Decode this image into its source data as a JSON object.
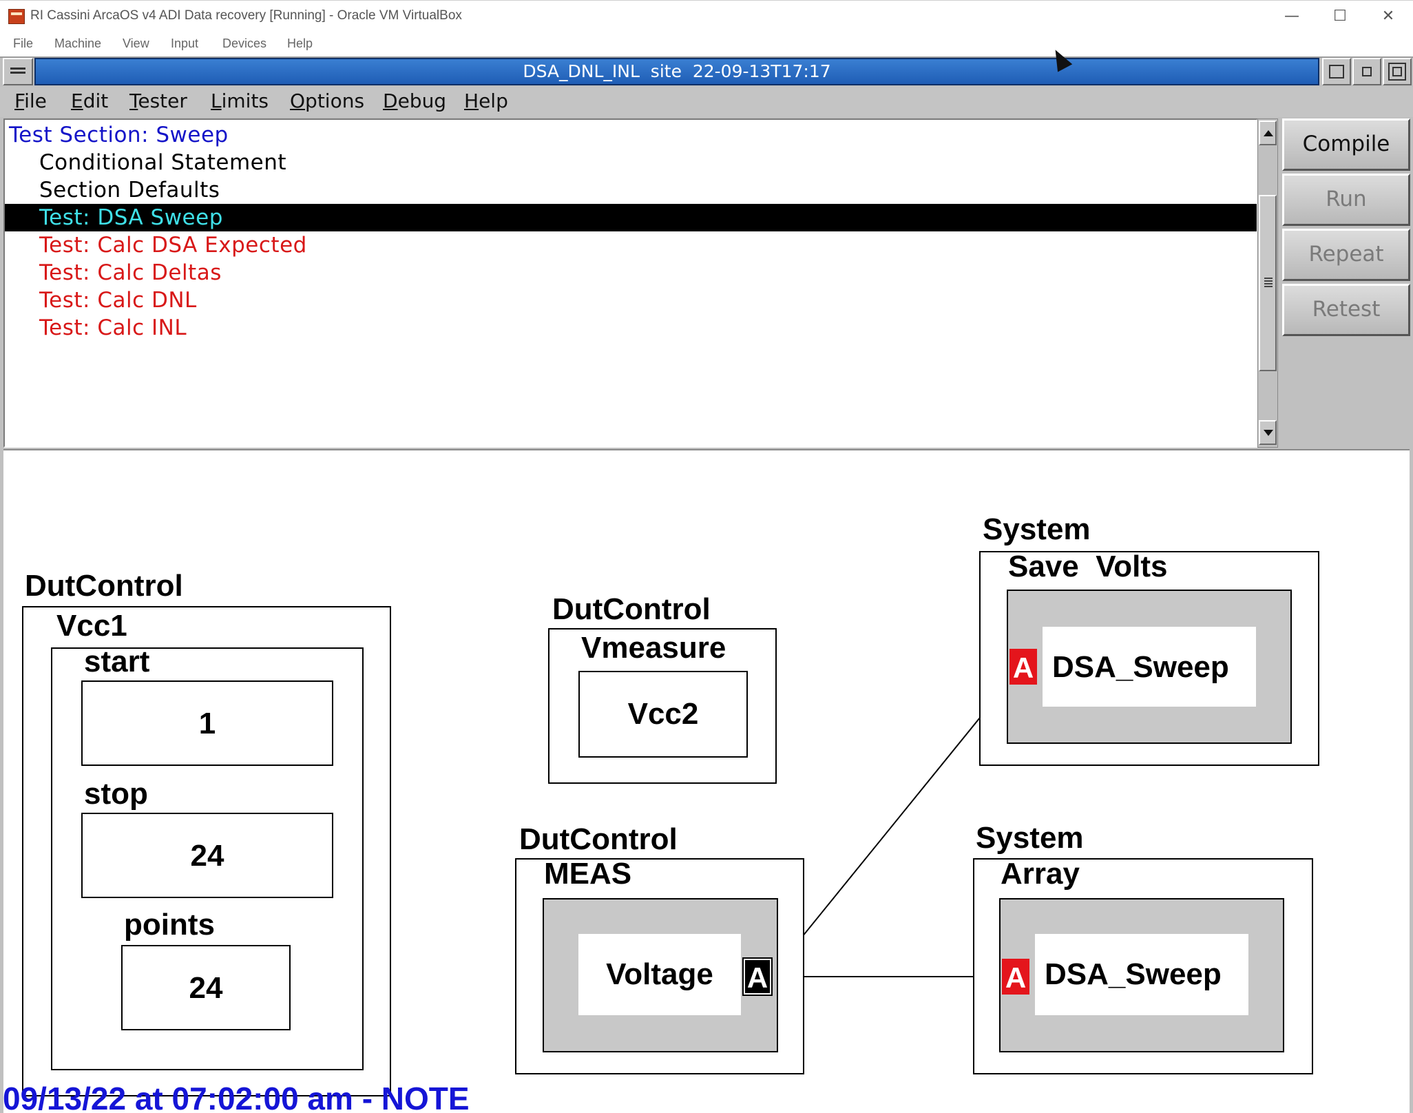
{
  "vbox": {
    "title": "RI  Cassini ArcaOS v4 ADI Data recovery [Running] - Oracle VM VirtualBox",
    "controls": {
      "minimize": "—",
      "maximize": "☐",
      "close": "✕"
    },
    "menu": [
      "File",
      "Machine",
      "View",
      "Input",
      "Devices",
      "Help"
    ]
  },
  "guest": {
    "title": "DSA_DNL_INL  site  22-09-13T17:17",
    "menu": [
      {
        "key": "F",
        "rest": "ile"
      },
      {
        "key": "E",
        "rest": "dit"
      },
      {
        "key": "T",
        "rest": "ester"
      },
      {
        "key": "L",
        "rest": "imits"
      },
      {
        "key": "O",
        "rest": "ptions"
      },
      {
        "key": "D",
        "rest": "ebug"
      },
      {
        "key": "H",
        "rest": "elp"
      }
    ]
  },
  "test_list": {
    "items": [
      {
        "label": "Test Section: Sweep",
        "color": "#1414c8"
      },
      {
        "label": "Conditional Statement",
        "color": "#000000"
      },
      {
        "label": "Section Defaults",
        "color": "#000000"
      },
      {
        "label": "Test: DSA Sweep",
        "color": "#3fe0e8",
        "selected": true
      },
      {
        "label": "Test: Calc DSA Expected",
        "color": "#d81818"
      },
      {
        "label": "Test: Calc Deltas",
        "color": "#d81818"
      },
      {
        "label": "Test: Calc DNL",
        "color": "#d81818"
      },
      {
        "label": "Test: Calc INL",
        "color": "#d81818"
      }
    ]
  },
  "buttons": {
    "compile": "Compile",
    "run": "Run",
    "repeat": "Repeat",
    "retest": "Retest"
  },
  "diagram": {
    "vcc1_block": {
      "category": "DutControl",
      "name": "Vcc1",
      "start_label": "start",
      "start_value": "1",
      "stop_label": "stop",
      "stop_value": "24",
      "points_label": "points",
      "points_value": "24"
    },
    "vmeasure_block": {
      "category": "DutControl",
      "name": "Vmeasure",
      "value": "Vcc2"
    },
    "meas_block": {
      "category": "DutControl",
      "name": "MEAS",
      "value": "Voltage",
      "port": "A"
    },
    "save_volts_block": {
      "category": "System",
      "name": "Save  Volts",
      "value": "DSA_Sweep",
      "port": "A"
    },
    "array_block": {
      "category": "System",
      "name": "Array",
      "value": "DSA_Sweep",
      "port": "A"
    }
  },
  "status_note": "09/13/22 at 07:02:00 am - NOTE",
  "colors": {
    "selection_bg": "#000000",
    "titlebar": "#1f5db5",
    "port_red": "#e4151c",
    "note_blue": "#1515d6"
  }
}
